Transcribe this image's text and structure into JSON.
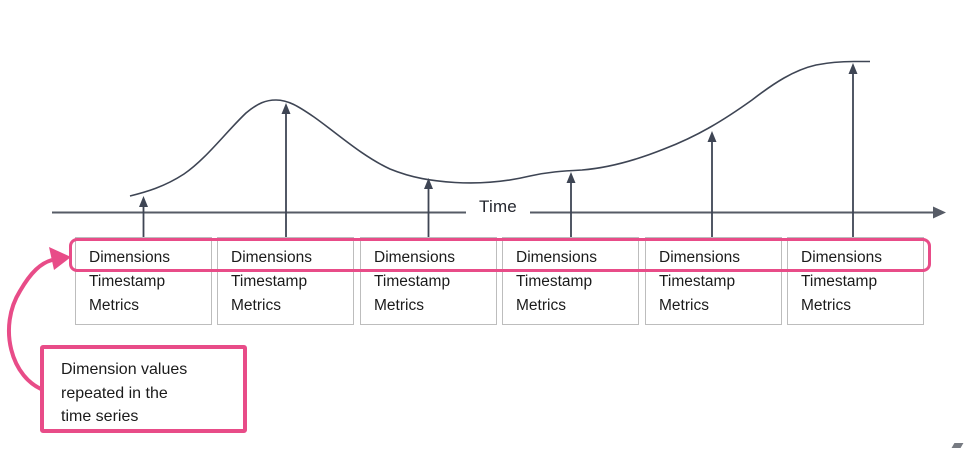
{
  "axis": {
    "label": "Time"
  },
  "cards": [
    {
      "dimensions": "Dimensions",
      "timestamp": "Timestamp",
      "metrics": "Metrics"
    },
    {
      "dimensions": "Dimensions",
      "timestamp": "Timestamp",
      "metrics": "Metrics"
    },
    {
      "dimensions": "Dimensions",
      "timestamp": "Timestamp",
      "metrics": "Metrics"
    },
    {
      "dimensions": "Dimensions",
      "timestamp": "Timestamp",
      "metrics": "Metrics"
    },
    {
      "dimensions": "Dimensions",
      "timestamp": "Timestamp",
      "metrics": "Metrics"
    },
    {
      "dimensions": "Dimensions",
      "timestamp": "Timestamp",
      "metrics": "Metrics"
    }
  ],
  "callout": {
    "lines": [
      "Dimension values",
      "repeated in the",
      "time series"
    ]
  },
  "colors": {
    "accent_pink": "#e84c88",
    "diagram_line": "#3e4554",
    "card_border": "#bdbdbd",
    "text_dark": "#1b1b1b"
  }
}
